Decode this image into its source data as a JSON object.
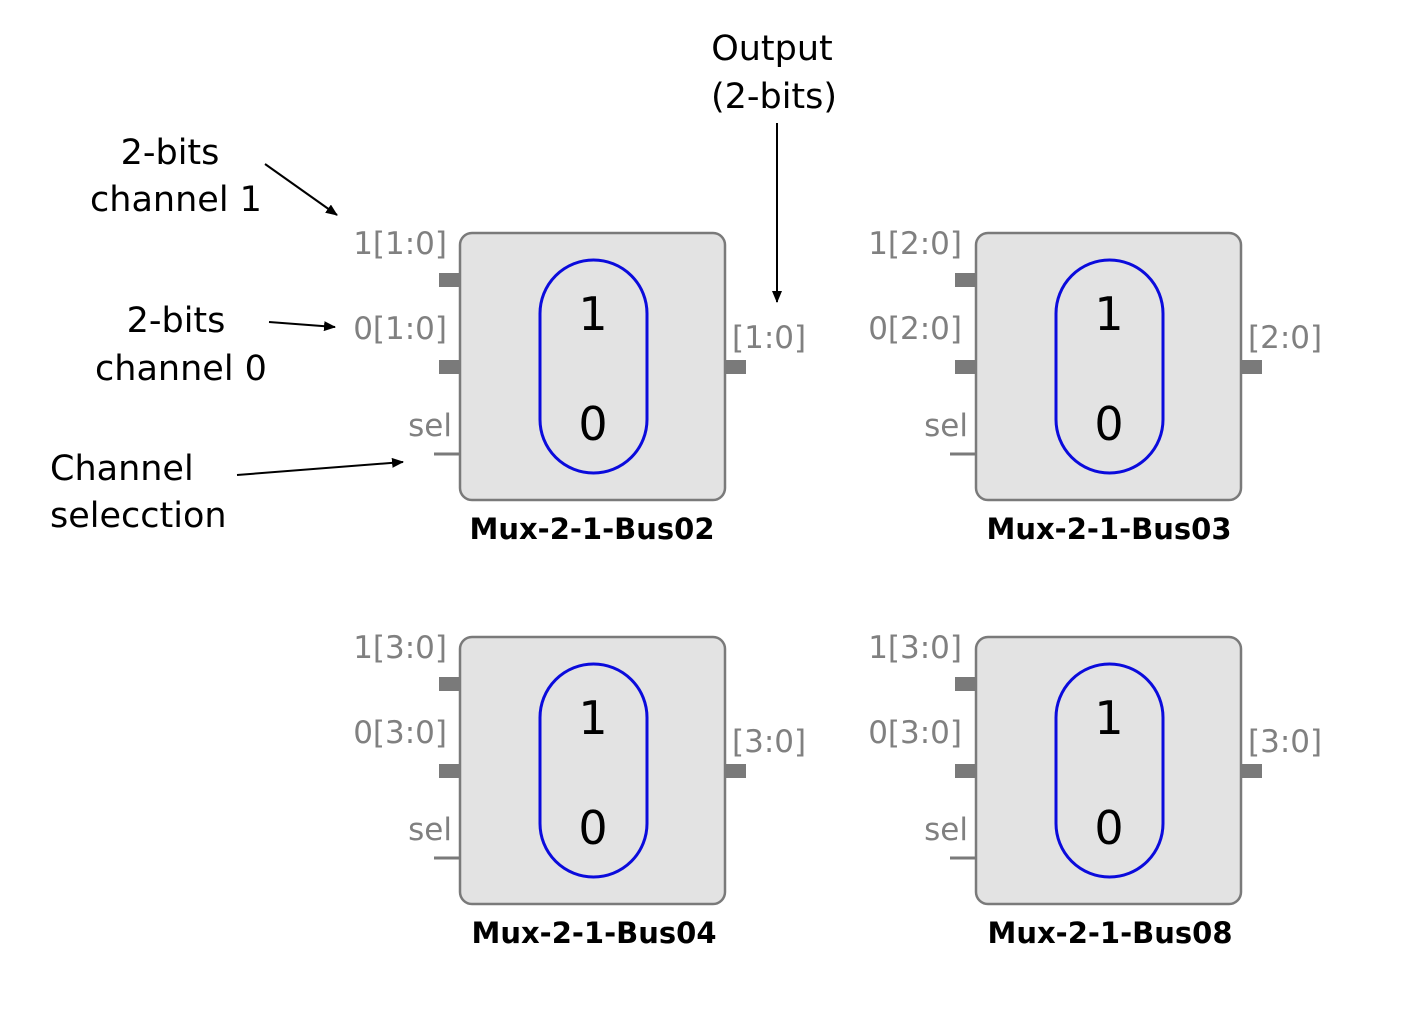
{
  "blocks": [
    {
      "title": "Mux-2-1-Bus02",
      "in1": "1[1:0]",
      "in0": "0[1:0]",
      "sel": "sel",
      "out": "[1:0]",
      "top_value": "1",
      "bottom_value": "0"
    },
    {
      "title": "Mux-2-1-Bus03",
      "in1": "1[2:0]",
      "in0": "0[2:0]",
      "sel": "sel",
      "out": "[2:0]",
      "top_value": "1",
      "bottom_value": "0"
    },
    {
      "title": "Mux-2-1-Bus04",
      "in1": "1[3:0]",
      "in0": "0[3:0]",
      "sel": "sel",
      "out": "[3:0]",
      "top_value": "1",
      "bottom_value": "0"
    },
    {
      "title": "Mux-2-1-Bus08",
      "in1": "1[3:0]",
      "in0": "0[3:0]",
      "sel": "sel",
      "out": "[3:0]",
      "top_value": "1",
      "bottom_value": "0"
    }
  ],
  "annotations": {
    "channel1": [
      "2-bits",
      "channel 1"
    ],
    "channel0": [
      "2-bits",
      "channel 0"
    ],
    "selection": [
      "Channel",
      "selecction"
    ],
    "output": [
      "Output",
      "(2-bits)"
    ]
  },
  "colors": {
    "block_fill": "#e3e3e3",
    "block_border": "#7a7a7a",
    "mux_outline": "#0b0bdc",
    "port_label": "#808080"
  }
}
